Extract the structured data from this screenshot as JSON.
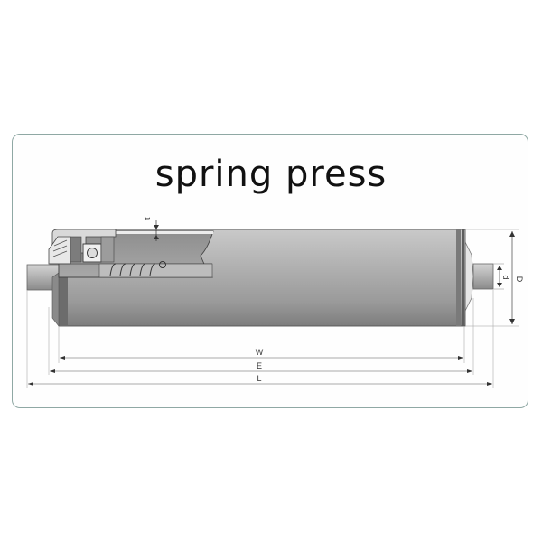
{
  "diagram": {
    "title": "spring press",
    "subject": "conveyor roller with spring-loaded shaft (cutaway view)",
    "dimensions": {
      "W": "W",
      "E": "E",
      "L": "L",
      "d": "d",
      "D": "D",
      "t": "t"
    },
    "colors": {
      "border": "#8fa8a4",
      "tube": "#a9a9a9",
      "tube_dark": "#6f6f6f",
      "line": "#444444"
    }
  }
}
